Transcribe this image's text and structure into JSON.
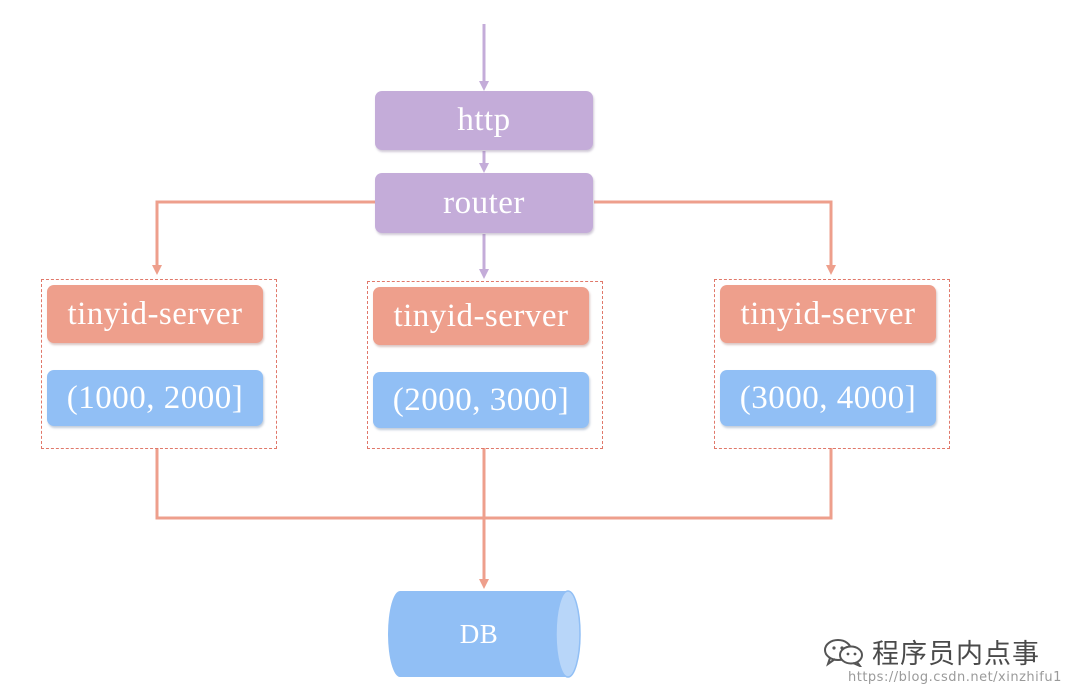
{
  "diagram": {
    "nodes": {
      "http": "http",
      "router": "router",
      "server_left": "tinyid-server",
      "server_middle": "tinyid-server",
      "server_right": "tinyid-server",
      "range_left": "(1000, 2000]",
      "range_middle": "(2000, 3000]",
      "range_right": "(3000, 4000]",
      "db": "DB"
    },
    "colors": {
      "request_path": "#c4acd9",
      "data_path": "#ee9f8c",
      "range_box": "#91bff5",
      "group_border": "#e0786a"
    }
  },
  "watermark": {
    "title": "程序员内点事",
    "url": "https://blog.csdn.net/xinzhifu1",
    "icon": "wechat-icon"
  }
}
